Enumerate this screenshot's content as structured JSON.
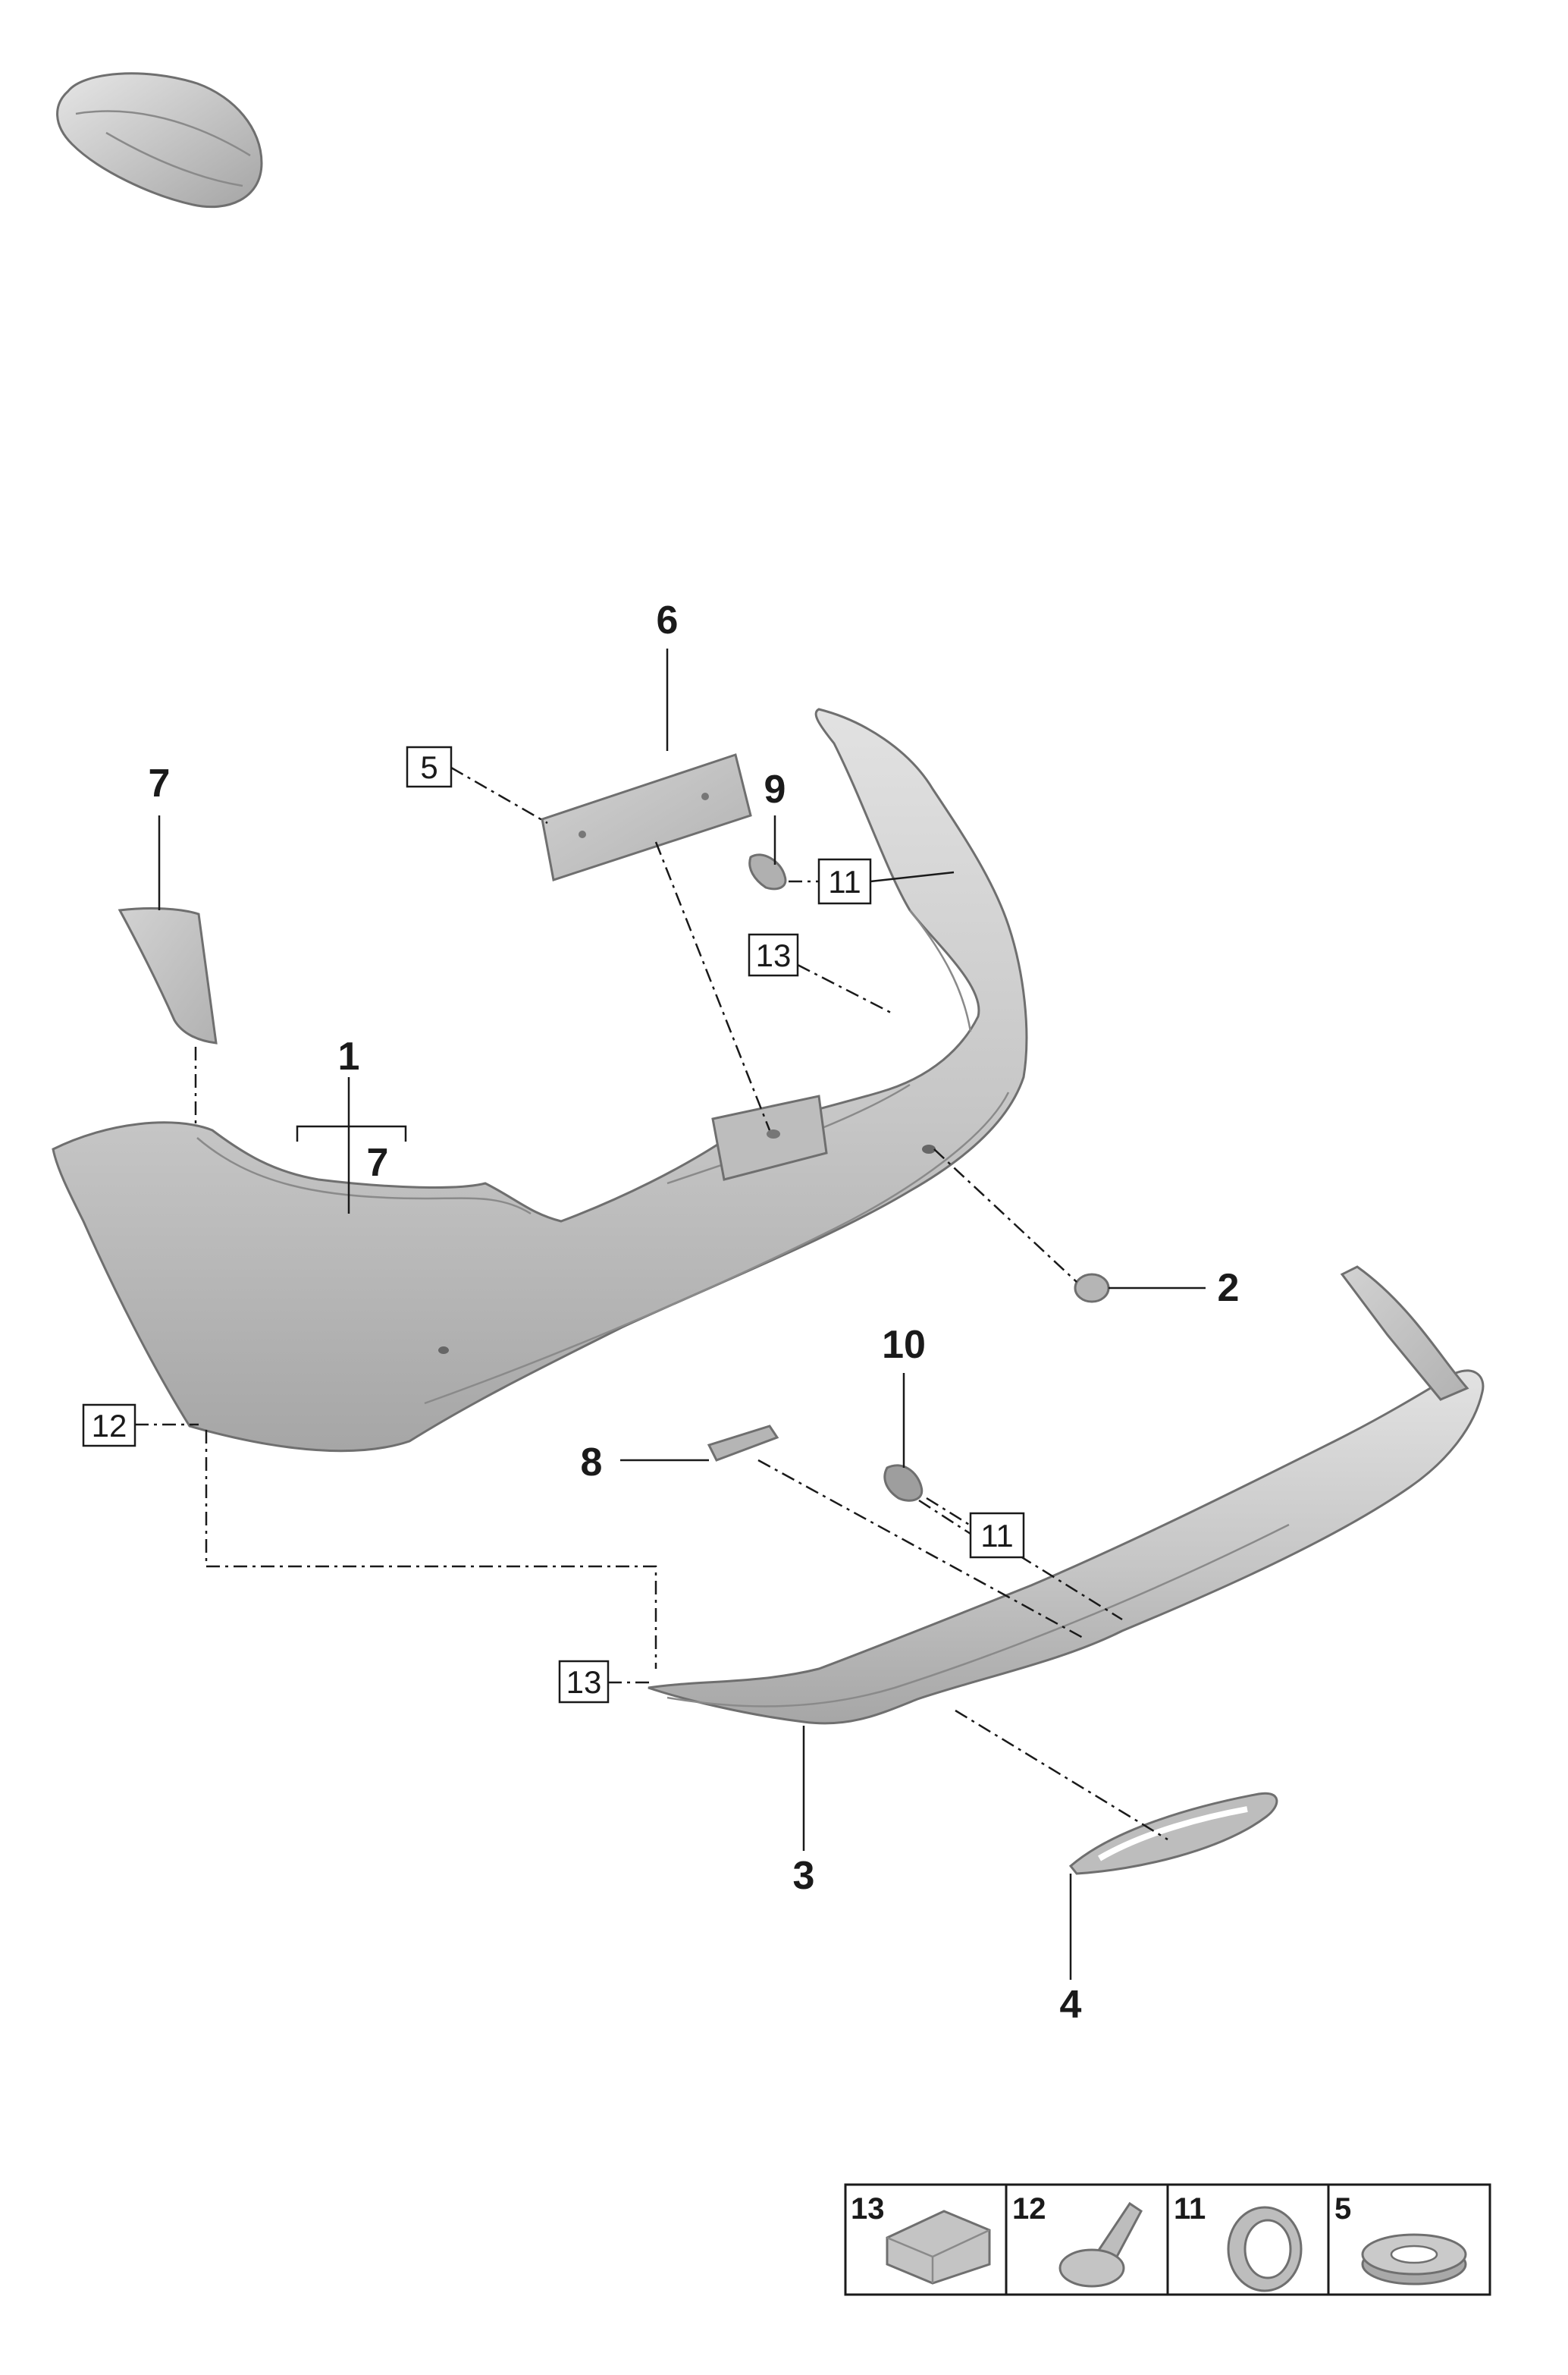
{
  "diagram": {
    "callouts": {
      "c1": "1",
      "c2": "2",
      "c3": "3",
      "c4": "4",
      "c6": "6",
      "c7_left": "7",
      "c7_bracket": "7",
      "c8": "8",
      "c9": "9",
      "c10": "10"
    },
    "boxed_refs": {
      "b5": "5",
      "b11_top": "11",
      "b13_top": "13",
      "b12": "12",
      "b11_bottom": "11",
      "b13_bottom": "13"
    },
    "legend": {
      "items": [
        {
          "label": "13",
          "icon": "clip-nut-icon"
        },
        {
          "label": "12",
          "icon": "expanding-rivet-icon"
        },
        {
          "label": "11",
          "icon": "sensor-ring-icon"
        },
        {
          "label": "5",
          "icon": "washer-icon"
        }
      ]
    },
    "colors": {
      "part_fill": "#c9c9c9",
      "part_shade": "#a9a9a9",
      "line": "#1a1a1a"
    }
  }
}
